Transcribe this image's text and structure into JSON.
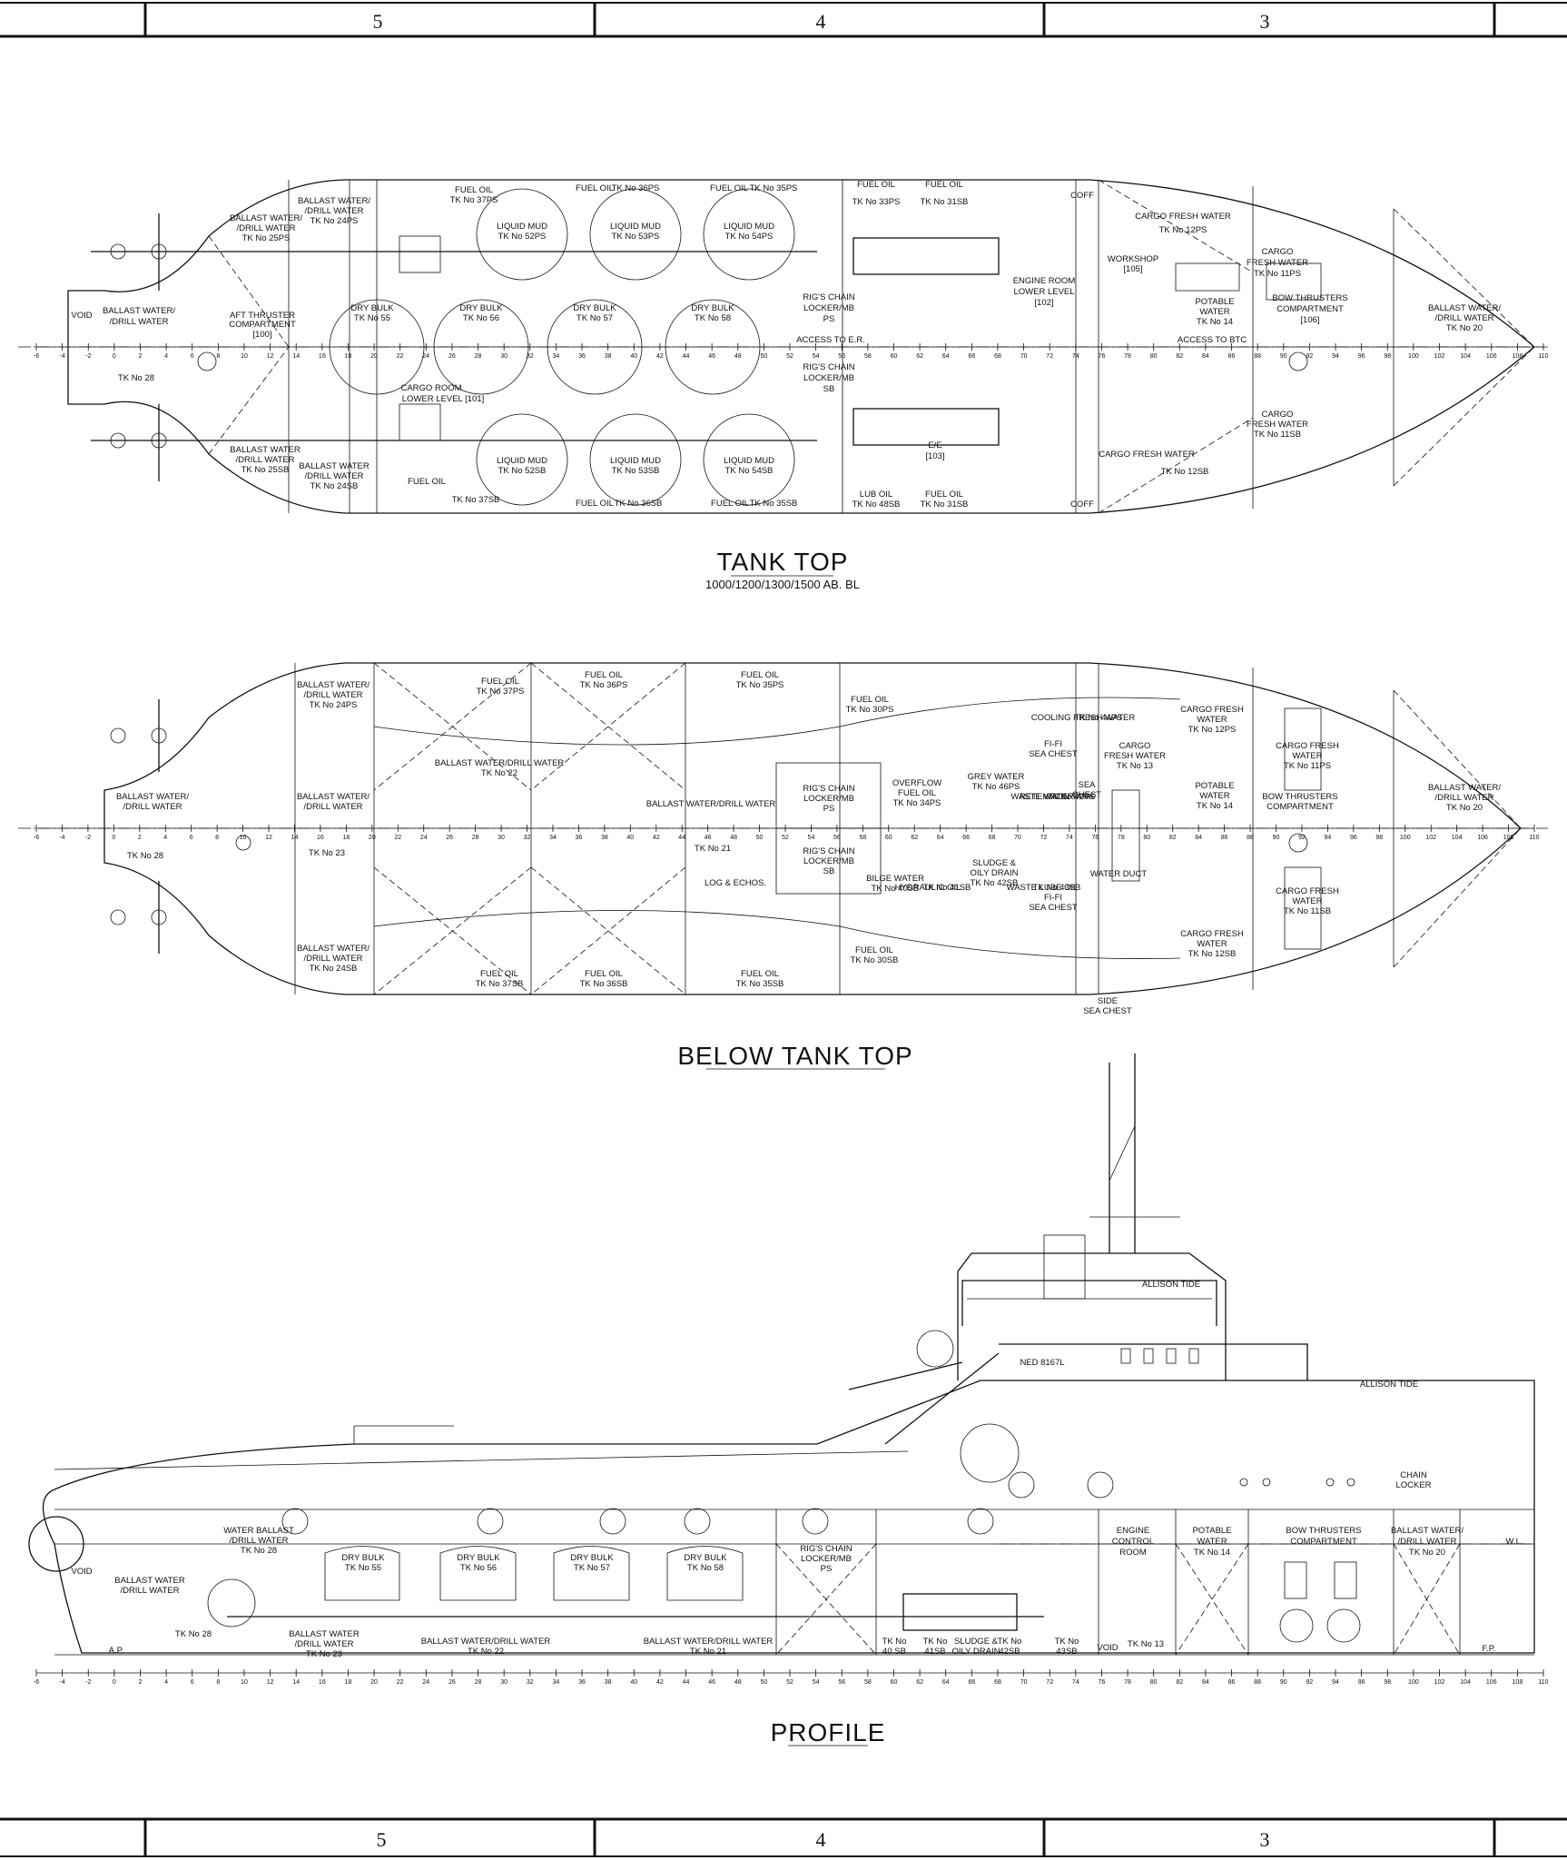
{
  "frame_top": {
    "zones": [
      "5",
      "4",
      "3"
    ]
  },
  "frame_bottom": {
    "zones": [
      "5",
      "4",
      "3"
    ]
  },
  "views": {
    "tank_top": {
      "title": "TANK TOP",
      "subtitle": "1000/1200/1300/1500 AB. BL",
      "labels": [
        {
          "t": "BALLAST WATER/",
          "l": "BALLAST WATER/"
        },
        {
          "t": "/DRILL WATER"
        },
        {
          "t": "TK No 25PS"
        },
        {
          "t": "BALLAST WATER/"
        },
        {
          "t": "/DRILL WATER"
        },
        {
          "t": "TK No 24PS"
        },
        {
          "t": "FUEL OIL"
        },
        {
          "t": "TK No 37PS"
        },
        {
          "t": "FUEL OIL"
        },
        {
          "t": "TK No 36PS"
        },
        {
          "t": "FUEL OIL"
        },
        {
          "t": "TK No 35PS"
        },
        {
          "t": "FUEL OIL"
        },
        {
          "t": "TK No 33PS"
        },
        {
          "t": "FUEL OIL"
        },
        {
          "t": "TK No 31SB"
        },
        {
          "t": "COFF"
        },
        {
          "t": "CARGO FRESH WATER"
        },
        {
          "t": "TK No 12PS"
        },
        {
          "t": "LIQUID MUD"
        },
        {
          "t": "TK No 52PS"
        },
        {
          "t": "LIQUID MUD"
        },
        {
          "t": "TK No 53PS"
        },
        {
          "t": "LIQUID MUD"
        },
        {
          "t": "TK No 54PS"
        },
        {
          "t": "WORKSHOP"
        },
        {
          "t": "[105]"
        },
        {
          "t": "CARGO"
        },
        {
          "t": "FRESH WATER"
        },
        {
          "t": "TK No 11PS"
        },
        {
          "t": "VOID"
        },
        {
          "t": "BALLAST WATER/"
        },
        {
          "t": "/DRILL WATER"
        },
        {
          "t": "AFT THRUSTER"
        },
        {
          "t": "COMPARTMENT"
        },
        {
          "t": "[100]"
        },
        {
          "t": "DRY BULK"
        },
        {
          "t": "TK No 55"
        },
        {
          "t": "DRY BULK"
        },
        {
          "t": "TK No 56"
        },
        {
          "t": "DRY BULK"
        },
        {
          "t": "TK No 57"
        },
        {
          "t": "DRY BULK"
        },
        {
          "t": "TK No 58"
        },
        {
          "t": "RIG'S CHAIN"
        },
        {
          "t": "LOCKER/MB"
        },
        {
          "t": "PS"
        },
        {
          "t": "ENGINE ROOM"
        },
        {
          "t": "LOWER LEVEL"
        },
        {
          "t": "[102]"
        },
        {
          "t": "POTABLE"
        },
        {
          "t": "WATER"
        },
        {
          "t": "TK No 14"
        },
        {
          "t": "BOW THRUSTERS"
        },
        {
          "t": "COMPARTMENT"
        },
        {
          "t": "[106]"
        },
        {
          "t": "BALLAST WATER/"
        },
        {
          "t": "/DRILL WATER"
        },
        {
          "t": "TK No 20"
        },
        {
          "t": "TK No 28"
        },
        {
          "t": "ACCESS TO E.R."
        },
        {
          "t": "ACCESS TO BTC"
        },
        {
          "t": "RIG'S CHAIN"
        },
        {
          "t": "LOCKER/MB"
        },
        {
          "t": "SB"
        },
        {
          "t": "CARGO ROOM"
        },
        {
          "t": "LOWER LEVEL [101]"
        },
        {
          "t": "CARGO"
        },
        {
          "t": "FRESH WATER"
        },
        {
          "t": "TK No 11SB"
        },
        {
          "t": "E/E"
        },
        {
          "t": "[103]"
        },
        {
          "t": "BALLAST WATER"
        },
        {
          "t": "/DRILL WATER"
        },
        {
          "t": "TK No 25SB"
        },
        {
          "t": "BALLAST WATER"
        },
        {
          "t": "/DRILL WATER"
        },
        {
          "t": "TK No 24SB"
        },
        {
          "t": "LIQUID MUD"
        },
        {
          "t": "TK No 52SB"
        },
        {
          "t": "LIQUID MUD"
        },
        {
          "t": "TK No 53SB"
        },
        {
          "t": "LIQUID MUD"
        },
        {
          "t": "TK No 54SB"
        },
        {
          "t": "CARGO FRESH WATER"
        },
        {
          "t": "TK No 12SB"
        },
        {
          "t": "FUEL OIL"
        },
        {
          "t": "TK No 37SB"
        },
        {
          "t": "FUEL OIL"
        },
        {
          "t": "TK No 36SB"
        },
        {
          "t": "FUEL OIL"
        },
        {
          "t": "TK No 35SB"
        },
        {
          "t": "LUB OIL"
        },
        {
          "t": "TK No 48SB"
        },
        {
          "t": "FUEL OIL"
        },
        {
          "t": "TK No 31SB"
        },
        {
          "t": "COFF"
        }
      ]
    },
    "below_tank_top": {
      "title": "BELOW TANK TOP",
      "labels": [
        {
          "t": "BALLAST WATER/"
        },
        {
          "t": "/DRILL WATER"
        },
        {
          "t": "TK No 24PS"
        },
        {
          "t": "FUEL OIL"
        },
        {
          "t": "TK No 37PS"
        },
        {
          "t": "FUEL OIL"
        },
        {
          "t": "TK No 36PS"
        },
        {
          "t": "FUEL OIL"
        },
        {
          "t": "TK No 35PS"
        },
        {
          "t": "FUEL OIL"
        },
        {
          "t": "TK No 30PS"
        },
        {
          "t": "COOLING FRESH WATER"
        },
        {
          "t": "TK No 44PS"
        },
        {
          "t": "CARGO FRESH"
        },
        {
          "t": "WATER"
        },
        {
          "t": "TK No 12PS"
        },
        {
          "t": "CARGO FRESH"
        },
        {
          "t": "WATER"
        },
        {
          "t": "TK No 11PS"
        },
        {
          "t": "BALLAST WATER/DRILL WATER"
        },
        {
          "t": "TK No 22"
        },
        {
          "t": "FI-FI"
        },
        {
          "t": "SEA CHEST"
        },
        {
          "t": "CARGO"
        },
        {
          "t": "FRESH WATER"
        },
        {
          "t": "TK No 13"
        },
        {
          "t": "RIG'S CHAIN"
        },
        {
          "t": "LOCKER/MB"
        },
        {
          "t": "PS"
        },
        {
          "t": "OVERFLOW"
        },
        {
          "t": "FUEL OIL"
        },
        {
          "t": "TK No 34PS"
        },
        {
          "t": "GREY WATER"
        },
        {
          "t": "TK No 46PS"
        },
        {
          "t": "WASTE WATER"
        },
        {
          "t": "RETENTION TANK"
        },
        {
          "t": "TK No 42PS"
        },
        {
          "t": "SEA"
        },
        {
          "t": "CHEST"
        },
        {
          "t": "POTABLE"
        },
        {
          "t": "WATER"
        },
        {
          "t": "TK No 14"
        },
        {
          "t": "BOW THRUSTERS"
        },
        {
          "t": "COMPARTMENT"
        },
        {
          "t": "BALLAST WATER/"
        },
        {
          "t": "/DRILL WATER"
        },
        {
          "t": "TK No 20"
        },
        {
          "t": "BALLAST WATER/"
        },
        {
          "t": "/DRILL WATER"
        },
        {
          "t": "BALLAST WATER/"
        },
        {
          "t": "/DRILL WATER"
        },
        {
          "t": "BALLAST WATER/DRILL WATER"
        },
        {
          "t": "TK No 28"
        },
        {
          "t": "TK No 23"
        },
        {
          "t": "TK No 21"
        },
        {
          "t": "RIG'S CHAIN"
        },
        {
          "t": "LOCKER/MB"
        },
        {
          "t": "SB"
        },
        {
          "t": "HYDRAULIC OIL"
        },
        {
          "t": "TK No 41SB"
        },
        {
          "t": "SLUDGE &"
        },
        {
          "t": "OILY DRAIN"
        },
        {
          "t": "TK No 42SB"
        },
        {
          "t": "WASTE LUBE OIL"
        },
        {
          "t": "TK No 43SB"
        },
        {
          "t": "WATER DUCT"
        },
        {
          "t": "LOG & ECHOS."
        },
        {
          "t": "BILGE WATER"
        },
        {
          "t": "TK No 40SB"
        },
        {
          "t": "FI-FI"
        },
        {
          "t": "SEA CHEST"
        },
        {
          "t": "CARGO FRESH"
        },
        {
          "t": "WATER"
        },
        {
          "t": "TK No 11SB"
        },
        {
          "t": "CARGO FRESH"
        },
        {
          "t": "WATER"
        },
        {
          "t": "TK No 12SB"
        },
        {
          "t": "BALLAST WATER/"
        },
        {
          "t": "/DRILL WATER"
        },
        {
          "t": "TK No 24SB"
        },
        {
          "t": "FUEL OIL"
        },
        {
          "t": "TK No 37SB"
        },
        {
          "t": "FUEL OIL"
        },
        {
          "t": "TK No 36SB"
        },
        {
          "t": "FUEL OIL"
        },
        {
          "t": "TK No 35SB"
        },
        {
          "t": "FUEL OIL"
        },
        {
          "t": "TK No 30SB"
        },
        {
          "t": "SIDE"
        },
        {
          "t": "SEA CHEST"
        }
      ]
    },
    "profile": {
      "title": "PROFILE",
      "labels": [
        {
          "t": "ALLISON TIDE"
        },
        {
          "t": "ALLISON TIDE"
        },
        {
          "t": "NED 8167L"
        },
        {
          "t": "CHAIN"
        },
        {
          "t": "LOCKER"
        },
        {
          "t": "W.L."
        },
        {
          "t": "WATER BALLAST"
        },
        {
          "t": "/DRILL WATER"
        },
        {
          "t": "TK No 28"
        },
        {
          "t": "DRY BULK"
        },
        {
          "t": "TK No 55"
        },
        {
          "t": "DRY BULK"
        },
        {
          "t": "TK No 56"
        },
        {
          "t": "DRY BULK"
        },
        {
          "t": "TK No 57"
        },
        {
          "t": "DRY BULK"
        },
        {
          "t": "TK No 58"
        },
        {
          "t": "RIG'S CHAIN"
        },
        {
          "t": "LOCKER/MB"
        },
        {
          "t": "PS"
        },
        {
          "t": "ENGINE"
        },
        {
          "t": "CONTROL"
        },
        {
          "t": "ROOM"
        },
        {
          "t": "POTABLE"
        },
        {
          "t": "WATER"
        },
        {
          "t": "TK No 14"
        },
        {
          "t": "BOW THRUSTERS"
        },
        {
          "t": "COMPARTMENT"
        },
        {
          "t": "BALLAST WATER/"
        },
        {
          "t": "/DRILL WATER"
        },
        {
          "t": "TK No 20"
        },
        {
          "t": "VOID"
        },
        {
          "t": "BALLAST WATER"
        },
        {
          "t": "/DRILL WATER"
        },
        {
          "t": "TK No 28"
        },
        {
          "t": "BALLAST WATER"
        },
        {
          "t": "/DRILL WATER"
        },
        {
          "t": "TK No 23"
        },
        {
          "t": "BALLAST WATER/DRILL WATER"
        },
        {
          "t": "TK No 22"
        },
        {
          "t": "BALLAST WATER/DRILL WATER"
        },
        {
          "t": "TK No 21"
        },
        {
          "t": "TK No"
        },
        {
          "t": "40 SB"
        },
        {
          "t": "TK No"
        },
        {
          "t": "41SB"
        },
        {
          "t": "SLUDGE &"
        },
        {
          "t": "OILY DRAIN"
        },
        {
          "t": "TK No"
        },
        {
          "t": "42SB"
        },
        {
          "t": "TK No"
        },
        {
          "t": "43SB"
        },
        {
          "t": "VOID"
        },
        {
          "t": "TK No 13"
        },
        {
          "t": "A.P."
        },
        {
          "t": "F.P."
        }
      ]
    }
  },
  "frame_scale": [
    "-6",
    "-4",
    "-2",
    "0",
    "2",
    "4",
    "6",
    "8",
    "10",
    "12",
    "14",
    "16",
    "18",
    "20",
    "22",
    "24",
    "26",
    "28",
    "30",
    "32",
    "34",
    "36",
    "38",
    "40",
    "42",
    "44",
    "46",
    "48",
    "50",
    "52",
    "54",
    "56",
    "58",
    "60",
    "62",
    "64",
    "66",
    "68",
    "70",
    "72",
    "74",
    "76",
    "78",
    "80",
    "82",
    "84",
    "86",
    "88",
    "90",
    "92",
    "94",
    "96",
    "98",
    "100",
    "102",
    "104",
    "106",
    "108",
    "110"
  ]
}
